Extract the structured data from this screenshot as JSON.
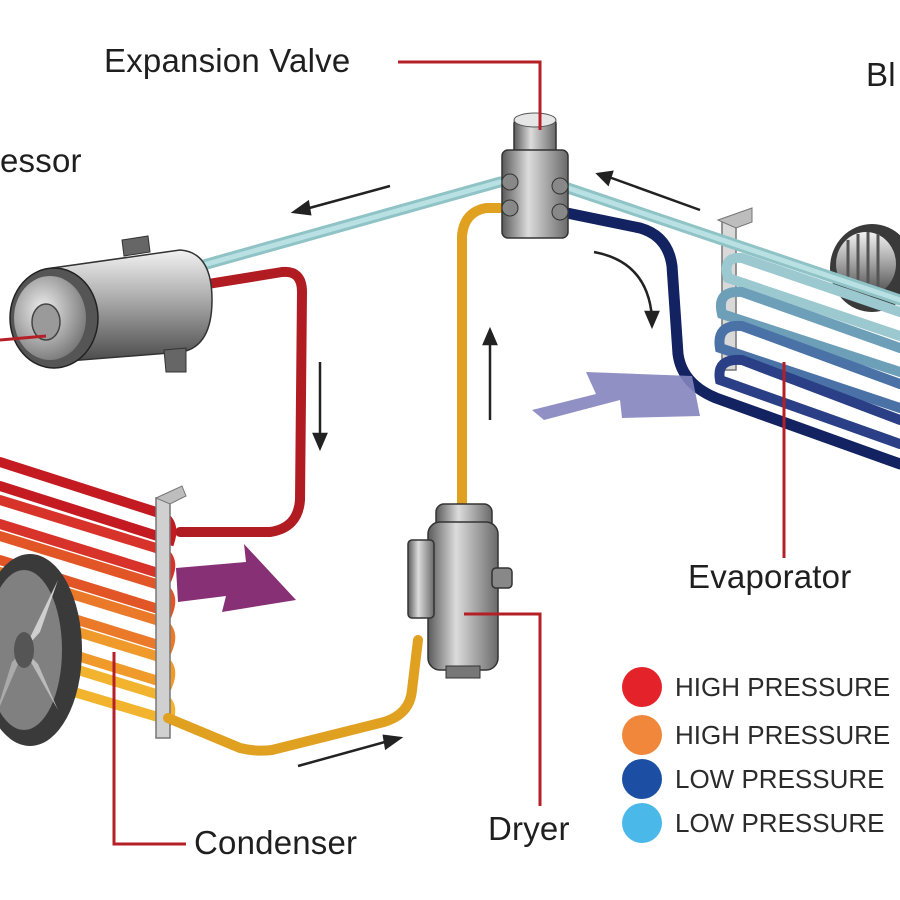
{
  "labels": {
    "expansion_valve": "Expansion Valve",
    "compressor": "essor",
    "blower": "Bl",
    "evaporator": "Evaporator",
    "condenser": "Condenser",
    "dryer": "Dryer"
  },
  "legend": [
    {
      "label": "HIGH PRESSURE",
      "color": "#e4222a"
    },
    {
      "label": "HIGH PRESSURE",
      "color": "#f0873a"
    },
    {
      "label": "LOW PRESSURE",
      "color": "#1c4fa3"
    },
    {
      "label": "LOW PRESSURE",
      "color": "#4bb8ea"
    }
  ],
  "colors": {
    "high_pressure_gas": "#c8202a",
    "high_pressure_liquid": "#f1b52b",
    "low_pressure_liquid": "#1b2f6e",
    "low_pressure_gas": "#9fd0d3",
    "leader_line": "#b52026",
    "airflow_condenser": "#7a1a66",
    "airflow_evaporator": "#7b7bb8"
  }
}
